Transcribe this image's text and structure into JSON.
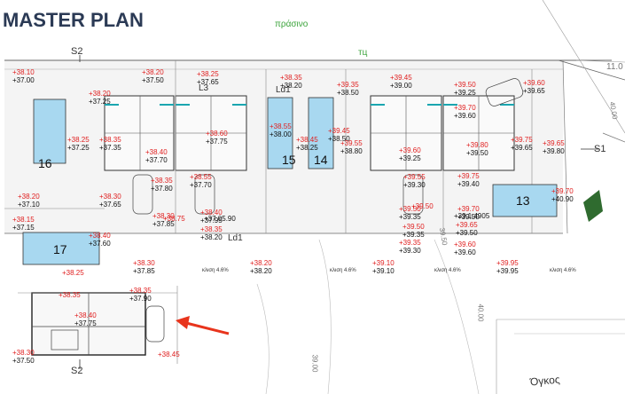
{
  "title": "MASTER PLAN",
  "zone_label": "πράσινο",
  "road_label": "Όγκος",
  "slope_label": "κλιση 4.6%",
  "section_labels": [
    "S2",
    "S2",
    "S1",
    "Ld1",
    "Ld1",
    "L3"
  ],
  "pools": [
    "16",
    "15",
    "14",
    "13",
    "17"
  ],
  "contours": [
    "39.50",
    "40.00",
    "39.00",
    "40.00",
    "11.0"
  ],
  "levels": [
    [
      "+38.10",
      "+37.00"
    ],
    [
      "+38.20",
      "+37.50"
    ],
    [
      "+38.25",
      "+37.65"
    ],
    [
      "+38.35",
      "+38.20"
    ],
    [
      "+39.45",
      "+39.00"
    ],
    [
      "+39.35",
      "+38.50"
    ],
    [
      "+39.50",
      "+39.25"
    ],
    [
      "+39.60",
      "+39.65"
    ],
    [
      "+38.20",
      "+37.25"
    ],
    [
      "+38.25",
      "+37.25"
    ],
    [
      "+38.35",
      "+37.35"
    ],
    [
      "+38.60",
      "+37.75"
    ],
    [
      "+38.40",
      "+37.70"
    ],
    [
      "+38.55",
      "+38.00"
    ],
    [
      "+38.45",
      "+38.25"
    ],
    [
      "+39.45",
      "+38.50"
    ],
    [
      "+39.55",
      "+38.80"
    ],
    [
      "+39.60",
      "+39.25"
    ],
    [
      "+39.80",
      "+39.50"
    ],
    [
      "+39.75",
      "+39.65"
    ],
    [
      "+39.65",
      "+39.80"
    ],
    [
      "+38.35",
      "+37.80"
    ],
    [
      "+38.55",
      "+37.70"
    ],
    [
      "+38.30",
      "+37.65"
    ],
    [
      "+38.20",
      "+37.10"
    ],
    [
      "+38.15",
      "+37.15"
    ],
    [
      "+38.30",
      "+37.85"
    ],
    [
      "+38.40",
      "+37.95"
    ],
    [
      "+38.35",
      "+38.20"
    ],
    [
      "+39.55",
      "+39.30"
    ],
    [
      "+39.50",
      "+39.35"
    ],
    [
      "+39.70",
      "+39.50"
    ],
    [
      "+39.75",
      "+39.40"
    ],
    [
      "+39.65",
      "+39.50"
    ],
    [
      "+39.70",
      "+40.90"
    ],
    [
      "+39.50",
      "+39.35"
    ],
    [
      "+39.35",
      "+39.30"
    ],
    [
      "+39.60",
      "+39.60"
    ],
    [
      "+38.30",
      "+37.85"
    ],
    [
      "+38.20",
      "+38.20"
    ],
    [
      "+39.10",
      "+39.10"
    ],
    [
      "+39.95",
      "+39.95"
    ],
    [
      "+38.25",
      ""
    ],
    [
      "+38.35",
      ""
    ],
    [
      "+38.35",
      "+37.90"
    ],
    [
      "+38.40",
      "+37.75"
    ],
    [
      "+38.45",
      ""
    ],
    [
      "+38.30",
      "+37.50"
    ],
    [
      "+39.70",
      "+39.60"
    ],
    [
      "+38.40",
      "+37.60"
    ]
  ],
  "loose_marks": [
    "+38.75",
    "+37.05.90",
    "+39.1.4905",
    "+39.50"
  ]
}
